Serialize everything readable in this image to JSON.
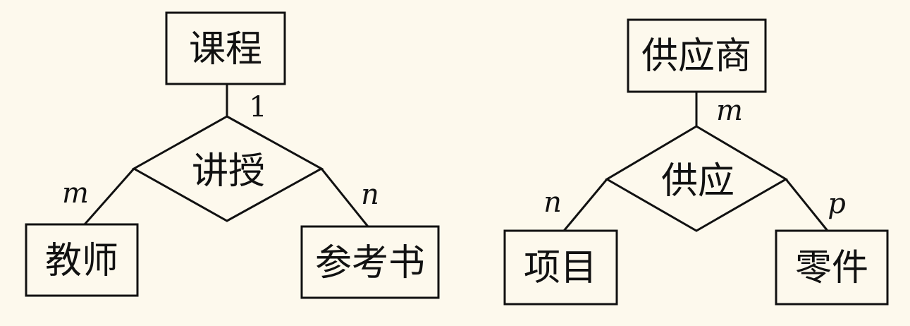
{
  "diagram1": {
    "entities": {
      "course": "课程",
      "teacher": "教师",
      "reference_book": "参考书"
    },
    "relationship": "讲授",
    "cardinalities": {
      "course": "1",
      "teacher": "m",
      "reference_book": "n"
    }
  },
  "diagram2": {
    "entities": {
      "supplier": "供应商",
      "project": "项目",
      "part": "零件"
    },
    "relationship": "供应",
    "cardinalities": {
      "supplier": "m",
      "project": "n",
      "part": "p"
    }
  }
}
